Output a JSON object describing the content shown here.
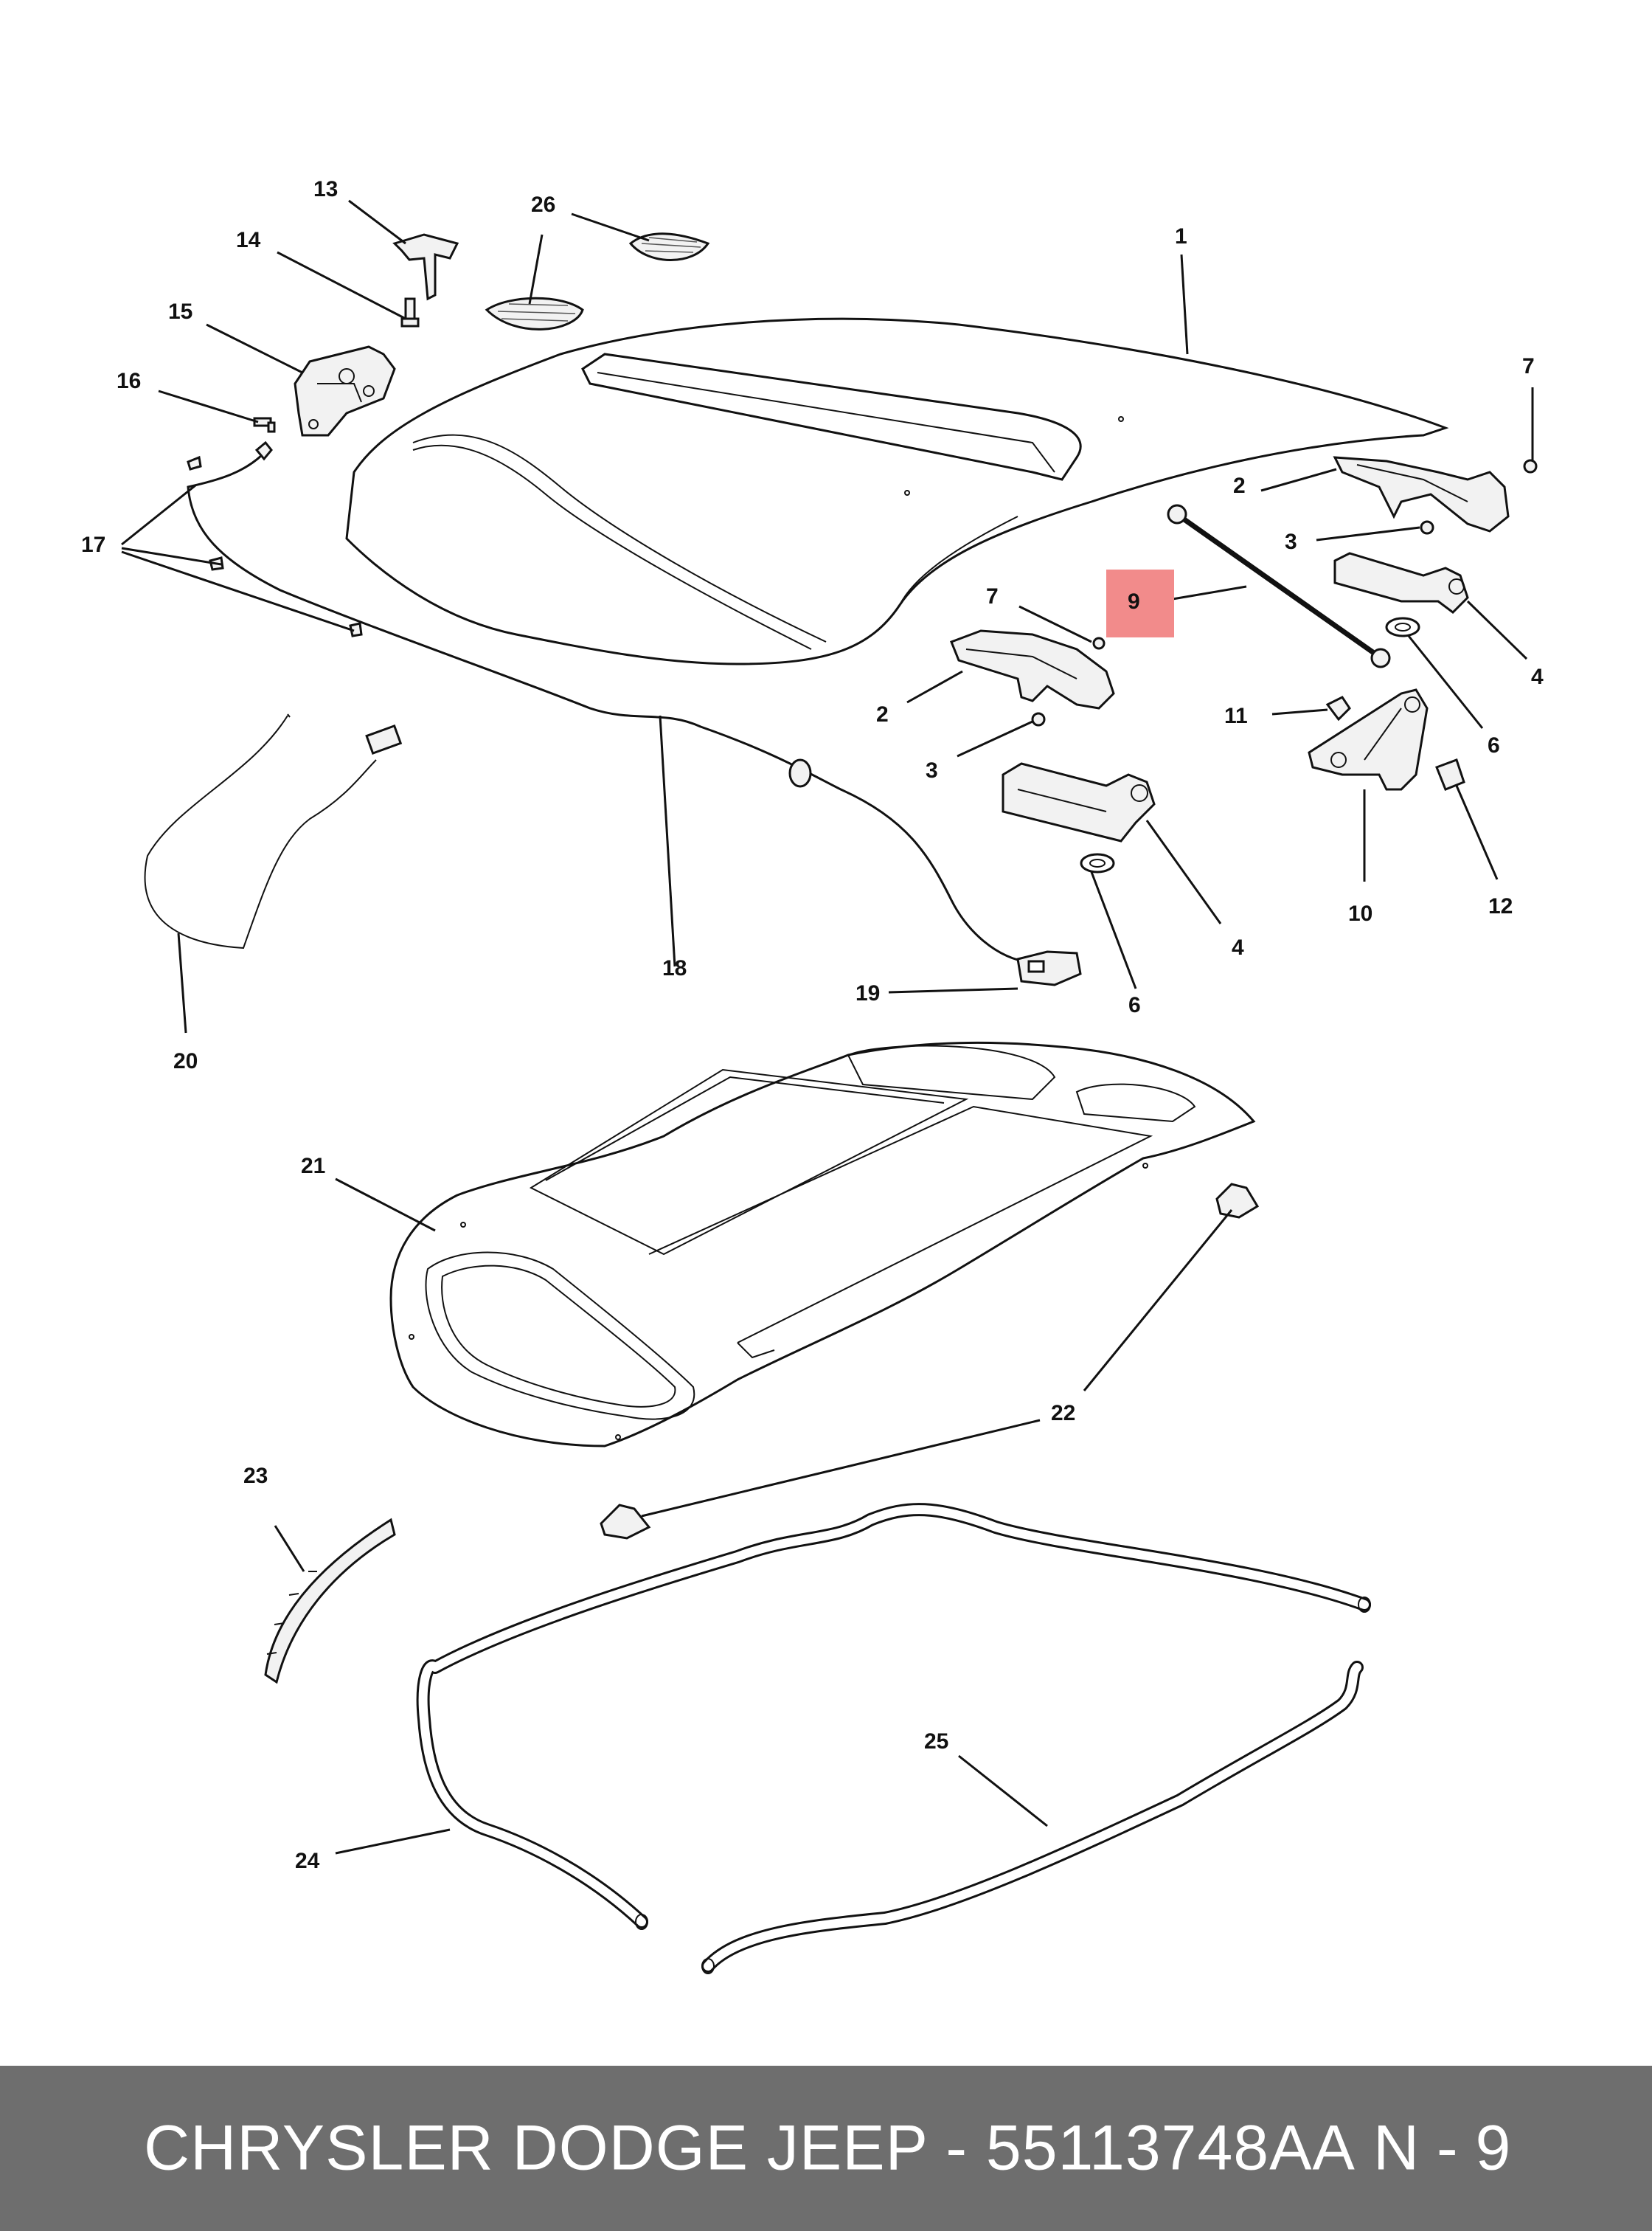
{
  "callouts": {
    "c1": "1",
    "c2a": "2",
    "c2b": "2",
    "c3a": "3",
    "c3b": "3",
    "c4a": "4",
    "c4b": "4",
    "c6a": "6",
    "c6b": "6",
    "c7a": "7",
    "c7b": "7",
    "c9": "9",
    "c10": "10",
    "c11": "11",
    "c12": "12",
    "c13": "13",
    "c14": "14",
    "c15": "15",
    "c16": "16",
    "c17": "17",
    "c18": "18",
    "c19": "19",
    "c20": "20",
    "c21": "21",
    "c22": "22",
    "c23": "23",
    "c24": "24",
    "c25": "25",
    "c26": "26"
  },
  "highlight": {
    "callout": "9",
    "color": "#f28b8b"
  },
  "footer": {
    "part_text": "CHRYSLER DODGE JEEP - 55113748AA",
    "ref_text": "N - 9",
    "background": "#6e6e6e",
    "text_color": "#ffffff"
  }
}
